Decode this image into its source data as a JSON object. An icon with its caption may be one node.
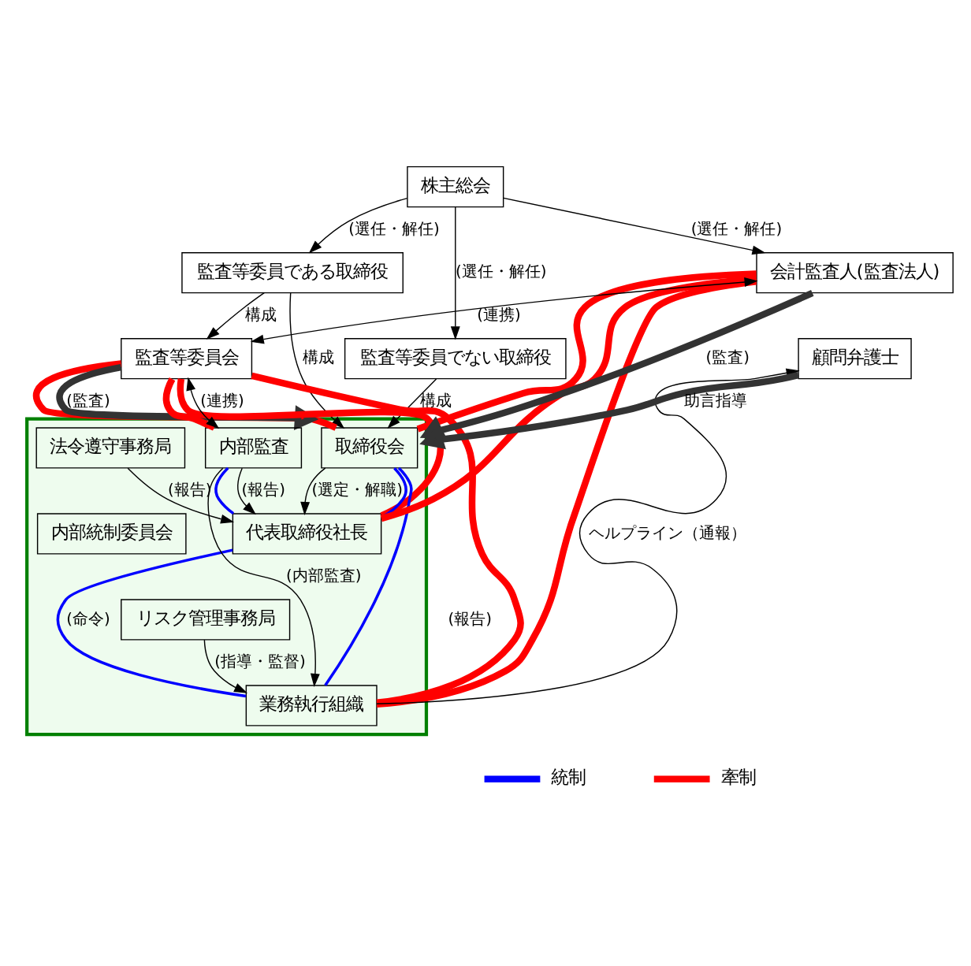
{
  "diagram": {
    "nodes": [
      {
        "text": [
          "株主総会"
        ]
      },
      {
        "text": [
          "監査等委員である取締役"
        ]
      },
      {
        "text": [
          "監査等委員でない取締役"
        ]
      },
      {
        "text": [
          "監査等委員会"
        ]
      },
      {
        "text": [],
        "shape": "box"
      },
      {
        "text": [
          "取締役会"
        ],
        "in": 4
      },
      {
        "text": [
          "代表取締役社長"
        ],
        "in": 4
      },
      {
        "text": [
          "内部監査"
        ],
        "in": 4
      },
      {
        "text": [
          "法令遵守事務局"
        ],
        "in": 4
      },
      {
        "text": [
          "内部統制委員会"
        ],
        "in": 4
      },
      {
        "text": [
          "リスク管理事務局"
        ],
        "in": 4
      },
      {
        "text": [
          "業務執行組織"
        ],
        "in": 4
      },
      {
        "text": [
          "会計監査人(監査法人)"
        ]
      },
      {
        "text": [
          "顧問弁護士"
        ]
      }
    ],
    "edges": [
      {
        "from": 0,
        "to": 1,
        "arrow": "to",
        "label": "(選任・解任)"
      },
      {
        "from": 0,
        "to": 2,
        "arrow": "to",
        "label": "(選任・解任)"
      },
      {
        "from": 0,
        "to": 12,
        "arrow": "to",
        "label": "(選任・解任)"
      },
      {
        "from": 1,
        "to": 3,
        "arrow": "to",
        "label": "構成"
      },
      {
        "from": 1,
        "to": 5,
        "arrow": "to",
        "label": "構成"
      },
      {
        "from": 2,
        "to": 5,
        "arrow": "to",
        "label": "構成"
      },
      {
        "from": 5,
        "to": 6,
        "arrow": "to",
        "label": "(選定・解職)"
      },
      {
        "from": 3,
        "to": 5,
        "arrow": "none",
        "style": "thick",
        "color": "#ff0000"
      },
      {
        "from": 3,
        "to": 6,
        "arrow": "none",
        "style": "thick",
        "color": "#ff0000"
      },
      {
        "from": 3,
        "to": 7,
        "arrow": "none",
        "style": "thick",
        "color": "#ff0000"
      },
      {
        "from": 3,
        "to": 11,
        "arrow": "none",
        "style": "thick",
        "color": "#ff0000"
      },
      {
        "from": 3,
        "to": 7,
        "arrow": "both",
        "label": "(連携)"
      },
      {
        "from": 5,
        "to": 12,
        "arrow": "none",
        "style": "thick",
        "color": "#ff0000"
      },
      {
        "from": 6,
        "to": 12,
        "arrow": "none",
        "style": "thick",
        "color": "#ff0000"
      },
      {
        "from": 11,
        "to": 12,
        "arrow": "none",
        "style": "thick",
        "color": "#ff0000"
      },
      {
        "from": 5,
        "to": 11,
        "arrow": "none",
        "color": "#0000ff"
      },
      {
        "from": 5,
        "to": 6,
        "arrow": "none",
        "color": "#0000ff"
      },
      {
        "from": 6,
        "to": 7,
        "arrow": "none",
        "color": "#0000ff"
      },
      {
        "from": 6,
        "to": 11,
        "arrow": "none",
        "color": "#0000ff",
        "label": "(命令)"
      },
      {
        "from": 7,
        "to": 6,
        "arrow": "to",
        "label": "(報告)"
      },
      {
        "from": 7,
        "to": 11,
        "arrow": "to",
        "label": "(内部監査)"
      },
      {
        "from": 8,
        "to": 6,
        "arrow": "to",
        "label": "(報告)"
      },
      {
        "from": 10,
        "to": 11,
        "arrow": "to",
        "label": "(指導・監督)"
      },
      {
        "from": 11,
        "to": 13,
        "arrow": "to",
        "label": "ヘルプライン（通報）"
      },
      {
        "from": 12,
        "to": 3,
        "arrow": "both",
        "label": "(連携)"
      },
      {
        "from": 3,
        "to": 4,
        "arrow": "to",
        "style": "thick",
        "label": "(監査)"
      },
      {
        "from": 12,
        "to": 4,
        "arrow": "to",
        "style": "thick",
        "label": "(監査)"
      },
      {
        "from": 13,
        "to": 4,
        "arrow": "to",
        "style": "thick",
        "label": "助言指導"
      }
    ],
    "labels": [
      "(報告)"
    ],
    "legend": [
      {
        "text": "統制",
        "color": "#0000ff"
      },
      {
        "text": "牽制",
        "color": "#ff0000"
      }
    ]
  }
}
